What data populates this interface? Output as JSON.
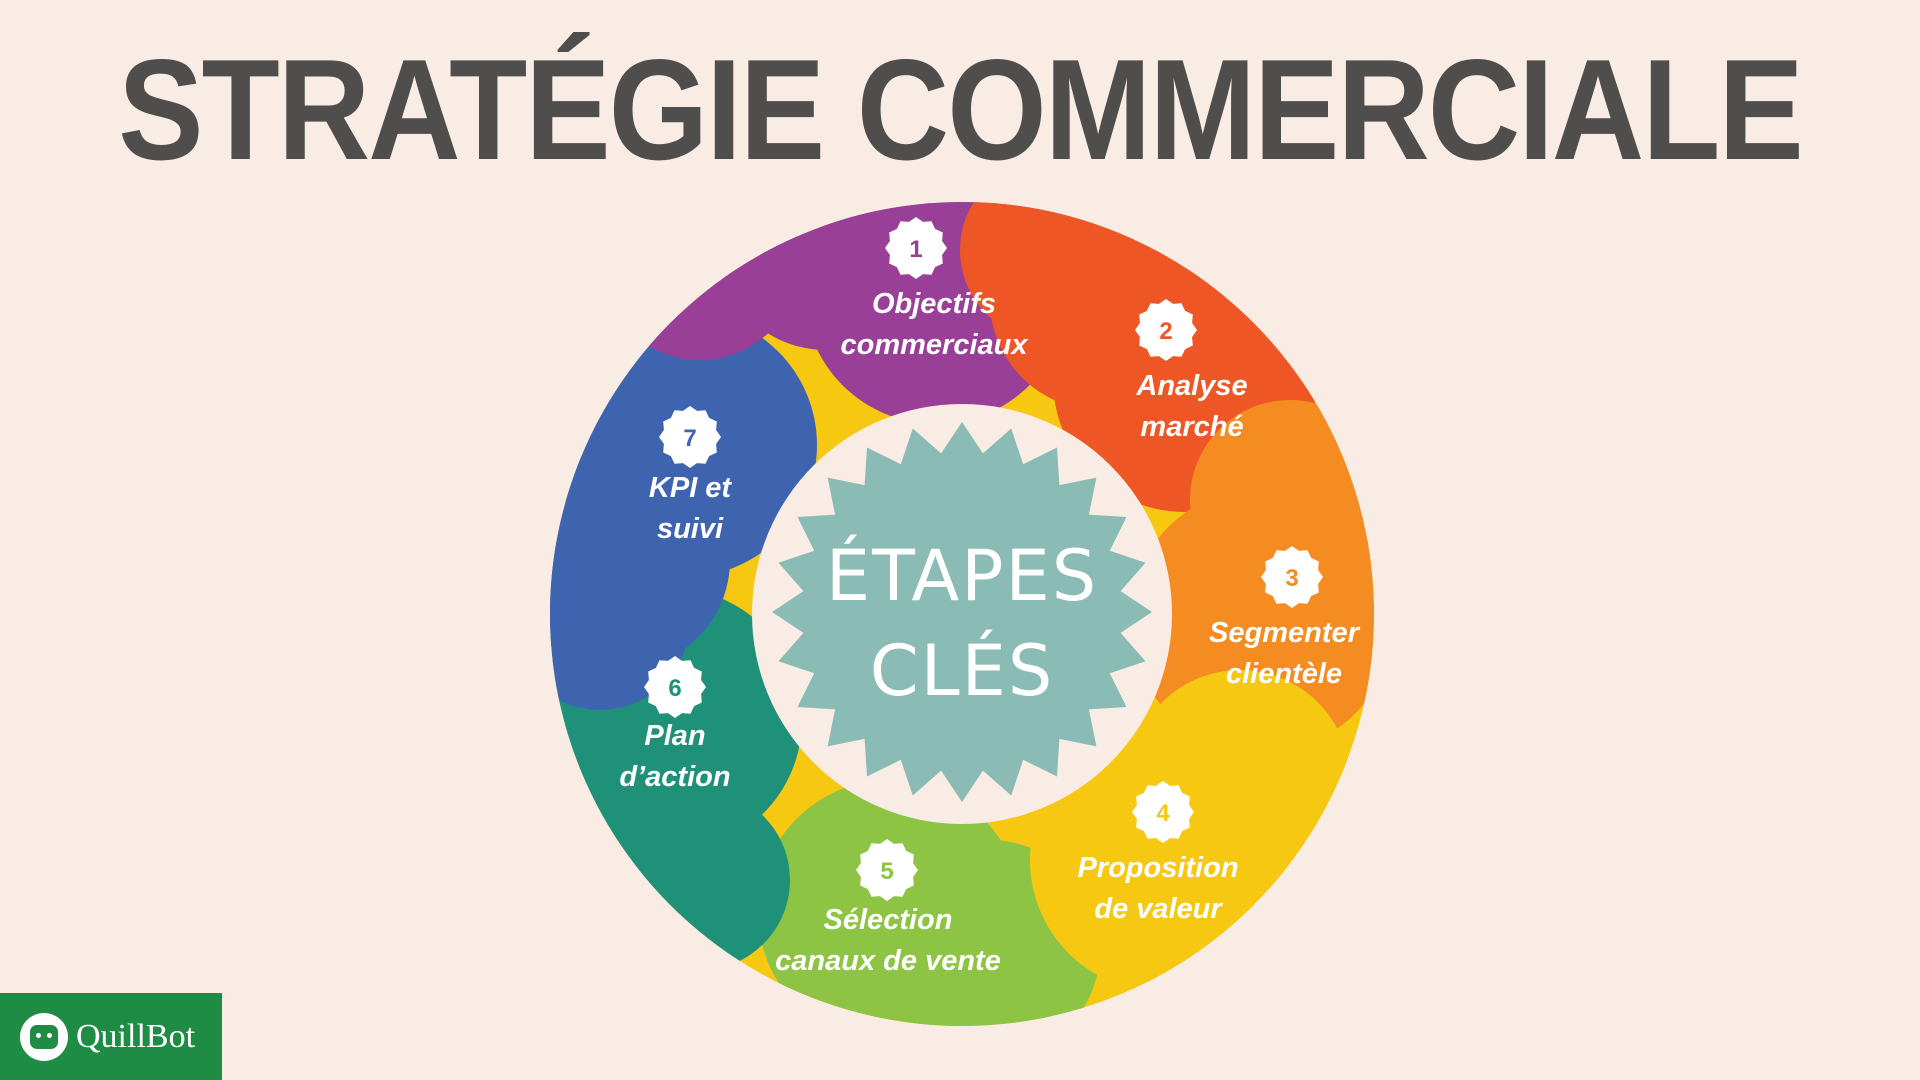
{
  "title": "STRATÉGIE COMMERCIALE",
  "center": {
    "line1": "ÉTAPES",
    "line2": "CLÉS",
    "color": "#8bbbb5"
  },
  "colors": {
    "background": "#f9ece4",
    "title": "#4f4e4d",
    "brand": "#1e8c45"
  },
  "steps": [
    {
      "number": "1",
      "line1": "Objectifs",
      "line2": "commerciaux",
      "color": "#993f97"
    },
    {
      "number": "2",
      "line1": "Analyse",
      "line2": "marché",
      "color": "#ee5725"
    },
    {
      "number": "3",
      "line1": "Segmenter",
      "line2": "clientèle",
      "color": "#f48c22"
    },
    {
      "number": "4",
      "line1": "Proposition",
      "line2": "de valeur",
      "color": "#f7c812"
    },
    {
      "number": "5",
      "line1": "Sélection",
      "line2": "canaux de vente",
      "color": "#8dc443"
    },
    {
      "number": "6",
      "line1": "Plan",
      "line2": "d’action",
      "color": "#1f9178"
    },
    {
      "number": "7",
      "line1": "KPI et",
      "line2": "suivi",
      "color": "#3e64b0"
    }
  ],
  "brand": {
    "name": "QuillBot",
    "icon": "quillbot-robot-icon"
  }
}
